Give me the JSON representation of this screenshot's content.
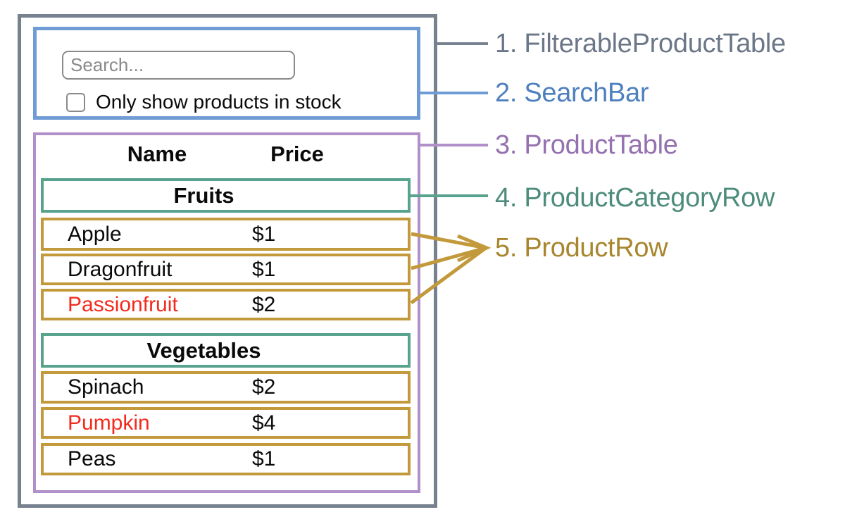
{
  "diagram_labels": [
    {
      "text": "1. FilterableProductTable",
      "color": "#6b7788"
    },
    {
      "text": "2. SearchBar",
      "color": "#4e80bf"
    },
    {
      "text": "3. ProductTable",
      "color": "#9571af"
    },
    {
      "text": "4. ProductCategoryRow",
      "color": "#4d8c7b"
    },
    {
      "text": "5. ProductRow",
      "color": "#a8862e"
    }
  ],
  "search": {
    "placeholder": "Search...",
    "checkbox_label": "Only show products in stock",
    "checkbox_checked": false
  },
  "table": {
    "header": {
      "name": "Name",
      "price": "Price"
    },
    "sections": [
      {
        "category": "Fruits",
        "rows": [
          {
            "name": "Apple",
            "price": "$1",
            "name_color": "#0a0a0a"
          },
          {
            "name": "Dragonfruit",
            "price": "$1",
            "name_color": "#0a0a0a"
          },
          {
            "name": "Passionfruit",
            "price": "$2",
            "name_color": "#f42a1d"
          }
        ]
      },
      {
        "category": "Vegetables",
        "rows": [
          {
            "name": "Spinach",
            "price": "$2",
            "name_color": "#0a0a0a"
          },
          {
            "name": "Pumpkin",
            "price": "$4",
            "name_color": "#f42a1d"
          },
          {
            "name": "Peas",
            "price": "$1",
            "name_color": "#0a0a0a"
          }
        ]
      }
    ]
  },
  "colors": {
    "outer_border": "#76828f",
    "searchbar_border": "#6f9cd4",
    "producttable_border": "#b18fc9",
    "category_border": "#58a38e",
    "productrow_border": "#c2993b",
    "out_of_stock_text": "#f42a1d",
    "input_border": "#8a8a8a",
    "text": "#0a0a0a"
  }
}
